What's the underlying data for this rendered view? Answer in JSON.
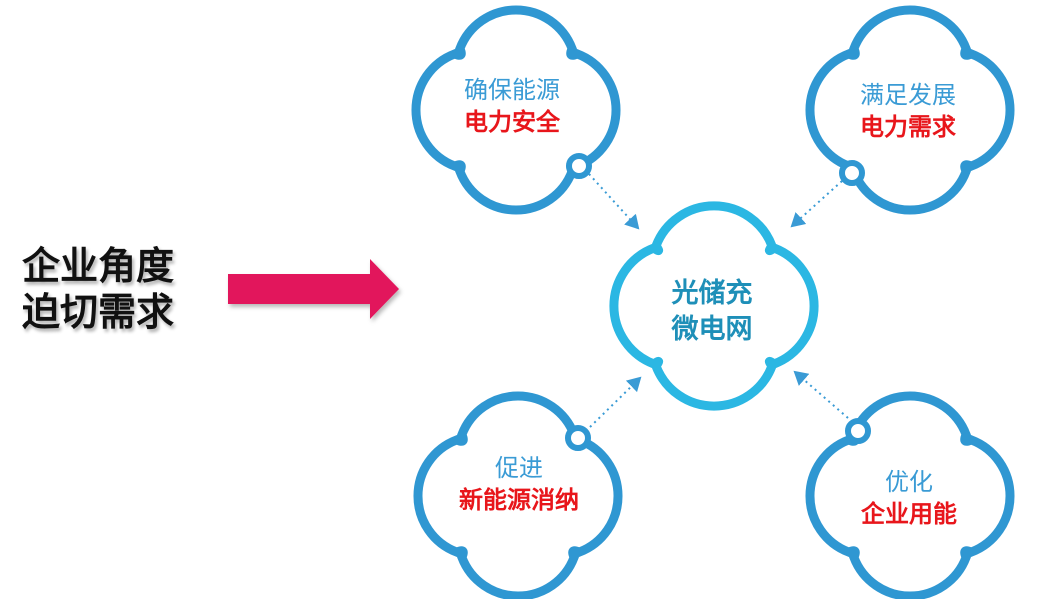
{
  "left": {
    "line1": "企业角度",
    "line2": "迫切需求"
  },
  "center": {
    "line1": "光储充",
    "line2": "微电网"
  },
  "nodes": [
    {
      "id": "tl",
      "top": "确保能源",
      "bottom": "电力安全"
    },
    {
      "id": "tr",
      "top": "满足发展",
      "bottom": "电力需求"
    },
    {
      "id": "bl",
      "top": "促进",
      "bottom": "新能源消纳"
    },
    {
      "id": "br",
      "top": "优化",
      "bottom": "企业用能"
    }
  ],
  "colors": {
    "outer_ring": "#2f97d2",
    "center_ring": "#2bb7e3",
    "arrow": "#e2175b",
    "node_top_text": "#3a9bd5",
    "node_bottom_text": "#e8161b",
    "center_text": "#1e8fb8"
  }
}
